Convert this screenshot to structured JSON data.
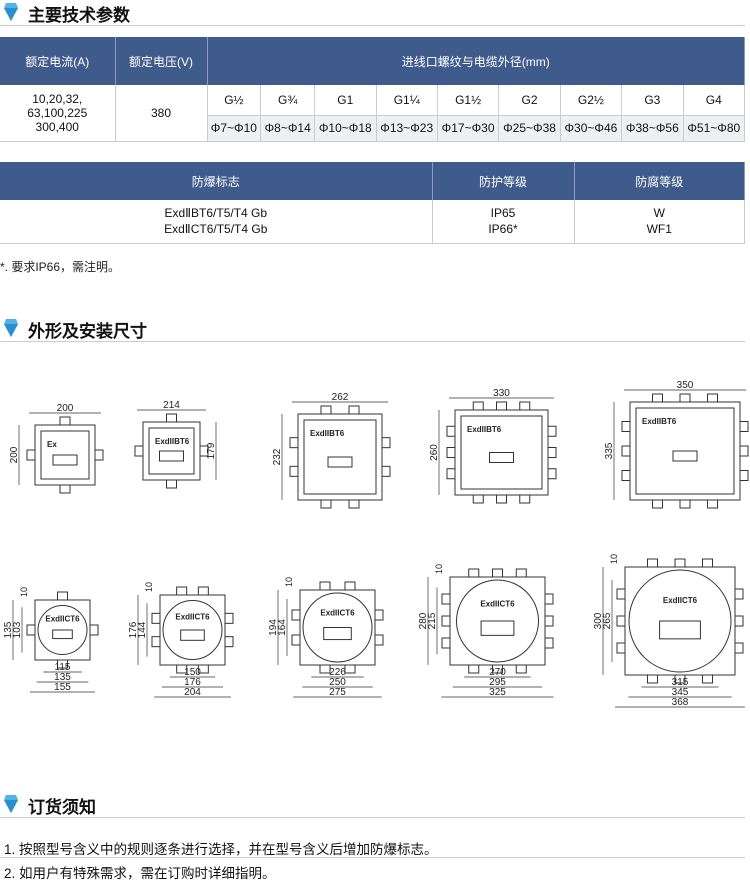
{
  "sections": {
    "params": "主要技术参数",
    "dims": "外形及安装尺寸",
    "order": "订货须知"
  },
  "table1": {
    "headers": {
      "current": "额定电流(A)",
      "voltage": "额定电压(V)",
      "thread": "进线口螺纹与电缆外径(mm)"
    },
    "current": [
      "10,20,32,",
      "63,100,225",
      "300,400"
    ],
    "voltage": "380",
    "threads": [
      "G½",
      "G¾",
      "G1",
      "G1¼",
      "G1½",
      "G2",
      "G2½",
      "G3",
      "G4"
    ],
    "diameters": [
      "Φ7~Φ10",
      "Φ8~Φ14",
      "Φ10~Φ18",
      "Φ13~Φ23",
      "Φ17~Φ30",
      "Φ25~Φ38",
      "Φ30~Φ46",
      "Φ38~Φ56",
      "Φ51~Φ80"
    ]
  },
  "table2": {
    "headers": {
      "marking": "防爆标志",
      "protection": "防护等级",
      "corrosion": "防腐等级"
    },
    "marking": [
      "ExdⅡBT6/T5/T4 Gb",
      "ExdⅡCT6/T5/T4 Gb"
    ],
    "protection": [
      "IP65",
      "IP66*"
    ],
    "corrosion": [
      "W",
      "WF1"
    ]
  },
  "note": "*. 要求IP66，需注明。",
  "drawings": {
    "top": [
      {
        "label": "Ex",
        "width": "200",
        "height": "200"
      },
      {
        "label": "ExdIIBT6",
        "width": "214",
        "height": "179"
      },
      {
        "label": "ExdIIBT6",
        "width": "262",
        "height": "232"
      },
      {
        "label": "ExdIIBT6",
        "width": "330",
        "height": "260"
      },
      {
        "label": "ExdIIBT6",
        "width": "350",
        "height": "335"
      }
    ],
    "bottom": [
      {
        "label": "ExdIICT6",
        "widths": [
          "115",
          "135",
          "155"
        ],
        "heights": [
          "135",
          "103"
        ],
        "offset": "10"
      },
      {
        "label": "ExdIICT6",
        "widths": [
          "150",
          "176",
          "204"
        ],
        "heights": [
          "176",
          "144"
        ],
        "offset": "10"
      },
      {
        "label": "ExdIICT6",
        "widths": [
          "226",
          "250",
          "275"
        ],
        "heights": [
          "194",
          "164"
        ],
        "offset": "10"
      },
      {
        "label": "ExdIICT6",
        "widths": [
          "270",
          "295",
          "325"
        ],
        "heights": [
          "280",
          "215"
        ],
        "offset": "10"
      },
      {
        "label": "ExdIICT6",
        "widths": [
          "315",
          "345",
          "368"
        ],
        "heights": [
          "300",
          "265"
        ],
        "offset": "10"
      }
    ]
  },
  "order": [
    "1. 按照型号含义中的规则逐条进行选择，并在型号含义后增加防爆标志。",
    "2. 如用户有特殊需求，需在订购时详细指明。"
  ],
  "colors": {
    "header": "#3f5b8c",
    "gem": "#4fb3e8"
  }
}
